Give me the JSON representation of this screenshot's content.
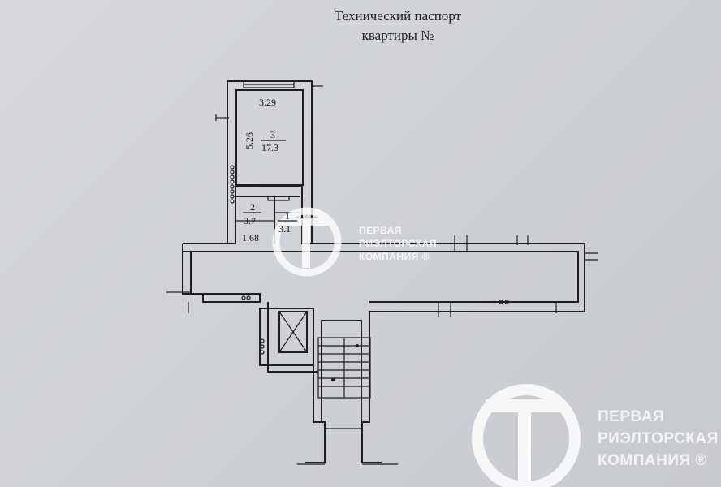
{
  "document": {
    "title_line1": "Технический паспорт",
    "title_line2": "квартиры №"
  },
  "rooms": [
    {
      "number": "3",
      "area": "17.3",
      "width": "3.29",
      "length": "5.26"
    },
    {
      "number": "2",
      "area": "3.7",
      "width": "1.68"
    },
    {
      "number": "1",
      "area": "3.1"
    }
  ],
  "watermark": {
    "line1": "ПЕРВАЯ",
    "line2": "РИЭЛТОРСКАЯ",
    "line3": "КОМПАНИЯ ®"
  }
}
